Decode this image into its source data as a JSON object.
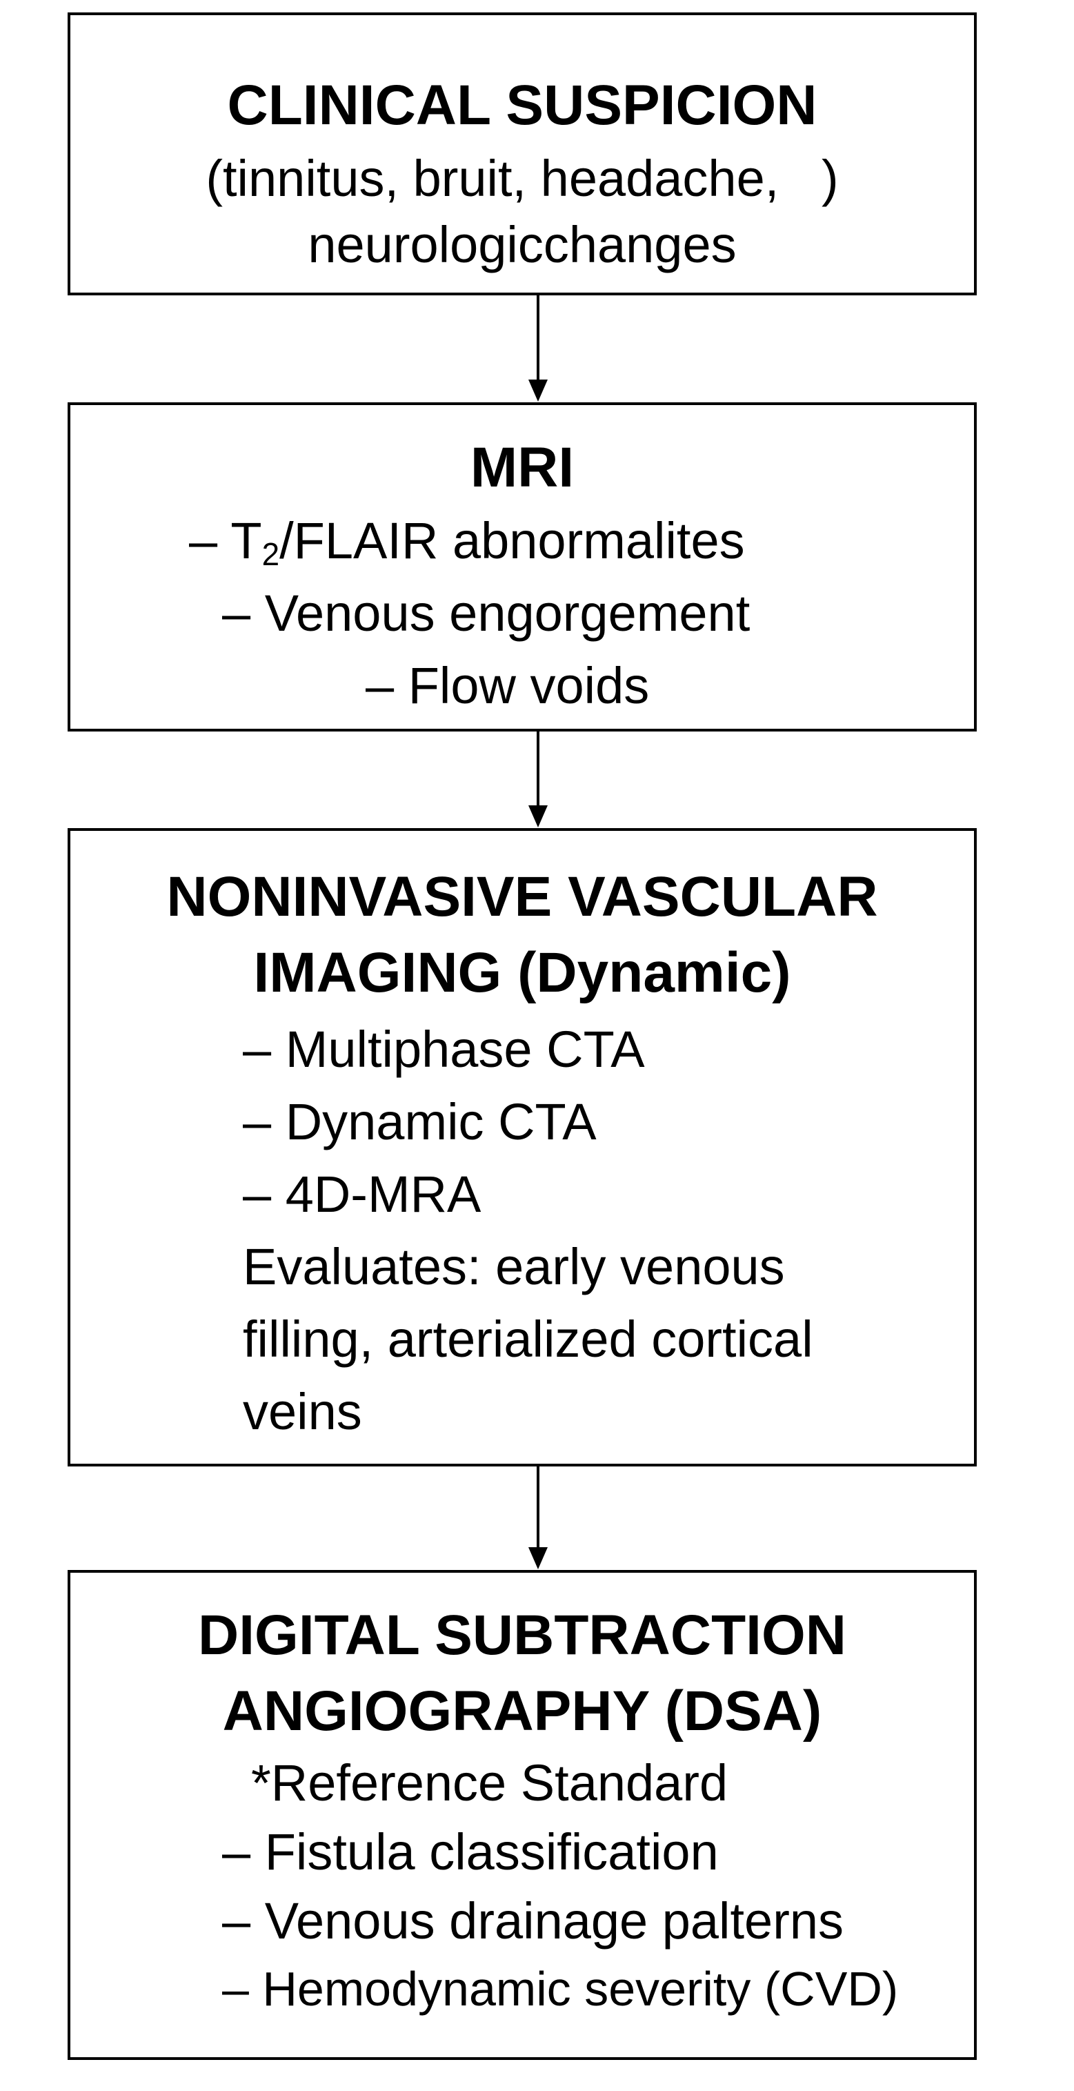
{
  "boxes": [
    {
      "title": "CLINICAL SUSPICION",
      "lines": [
        "(tinnitus, bruit, headache,   )",
        "neurologicchanges"
      ]
    },
    {
      "title": "MRI",
      "lines": [
        "– T",
        "2",
        "/FLAIR abnormalites",
        "– Venous engorgement",
        "– Flow voids"
      ]
    },
    {
      "title_lines": [
        "NONINVASIVE VASCULAR",
        "IMAGING (Dynamic)"
      ],
      "lines": [
        "– Multiphase CTA",
        "– Dynamic CTA",
        "– 4D-MRA",
        "Evaluates: early venous",
        "filling, arterialized cortical",
        "veins"
      ]
    },
    {
      "title_lines": [
        "DIGITAL SUBTRACTION",
        "ANGIOGRAPHY (DSA)"
      ],
      "lines": [
        "*Reference Standard",
        "– Fistula classification",
        "– Venous drainage palterns",
        "– Hemodynamic severity (CVD)"
      ]
    }
  ]
}
